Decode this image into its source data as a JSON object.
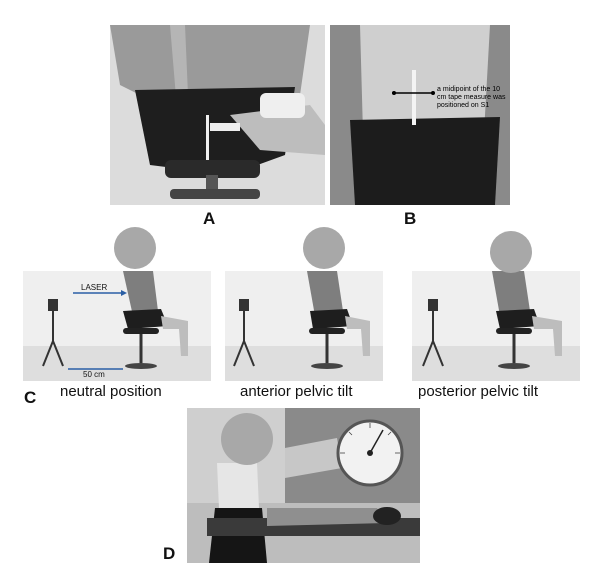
{
  "panels": {
    "a": {
      "label": "A"
    },
    "b": {
      "label": "B",
      "annotation": "a midipoint of the 10 cm tape measure was positioned on S1"
    },
    "c": {
      "label": "C",
      "laser_label": "LASER",
      "distance_label": "50 cm",
      "captions": [
        "neutral position",
        "anterior pelvic tilt",
        "posterior pelvic tilt"
      ]
    },
    "d": {
      "label": "D"
    }
  }
}
